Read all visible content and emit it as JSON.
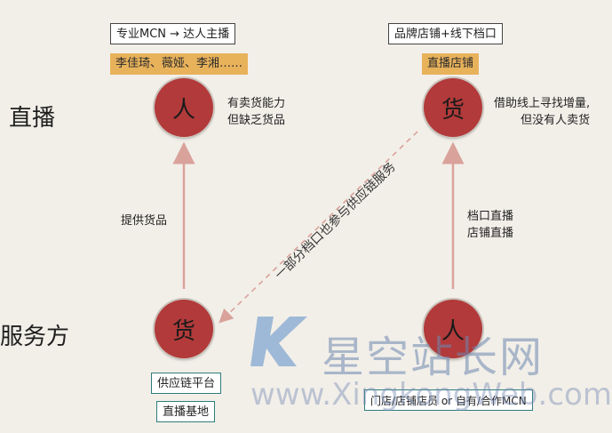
{
  "rows": {
    "top": "直播",
    "bottom": "服务方"
  },
  "left_top_circle": "人",
  "left_top_box1": "专业MCN → 达人主播",
  "left_top_box2": "李佳琦、薇娅、李湘……",
  "left_top_note_line1": "有卖货能力",
  "left_top_note_line2": "但缺乏货品",
  "left_arrow_label": "提供货品",
  "left_bottom_circle": "货",
  "left_bottom_box1": "供应链平台",
  "left_bottom_box2": "直播基地",
  "right_top_circle": "货",
  "right_top_box1": "品牌店铺+线下档口",
  "right_top_box2": "直播店铺",
  "right_top_note_line1": "借助线上寻找增量,",
  "right_top_note_line2": "但没有人卖货",
  "right_arrow_label_line1": "档口直播",
  "right_arrow_label_line2": "店铺直播",
  "right_bottom_circle": "人",
  "right_bottom_box": "门店/店铺店员 or 自有/合作MCN",
  "diagonal_label": "一部分档口也参与供应链服务",
  "watermark_cn": "星空站长网",
  "watermark_en": "www.XingkongWeb.com",
  "colors": {
    "circle": "#b23a3a",
    "arrow": "#d9a29a",
    "orange_box": "#e8b25b",
    "teal_border": "#2e7d7d"
  }
}
